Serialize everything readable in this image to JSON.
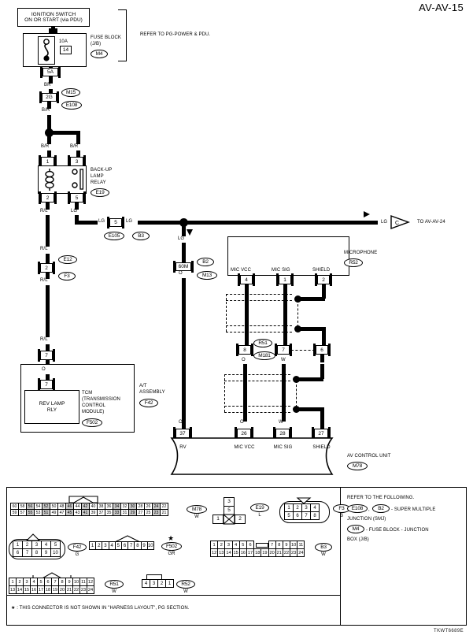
{
  "page": {
    "title": "AV-AV-15",
    "doc_code": "TKWT6689E",
    "footnote": "★ : THIS CONNECTOR IS NOT SHOWN IN \"HARNESS LAYOUT\", PG SECTION."
  },
  "power": {
    "ignition_line1": "IGNITION SWITCH",
    "ignition_line2": "ON OR START (via PDU)",
    "fuse_block_line1": "FUSE BLOCK",
    "fuse_block_line2": "(J/B)",
    "fuse_block_id": "M4",
    "fuse_rating": "10A",
    "fuse_number": "14",
    "fuse_terminal": "5A",
    "refer_note": "REFER TO PG-POWER & PDU.",
    "wire_br": "BR",
    "splice_conn": "2G",
    "splice_id_1": "M15",
    "splice_id_2": "E108",
    "wire_br_r": "B/R",
    "wire_br_r_left": "B/R",
    "wire_br_r_right": "B/R"
  },
  "relay": {
    "name_line1": "BACK-UP",
    "name_line2": "LAMP",
    "name_line3": "RELAY",
    "id": "E19",
    "pin1": "1",
    "pin3": "3",
    "pin2": "2",
    "pin5": "5",
    "out_left": "R/L",
    "out_right": "LG"
  },
  "lg_branch": {
    "label_left": "LG",
    "terminal": "5",
    "id_1": "E105",
    "id_2": "B3",
    "label_right": "LG",
    "label_far": "LG",
    "arrow_target_letter": "C",
    "arrow_target_text": "TO AV-AV-24",
    "down_label": "LG",
    "down_term": "60M",
    "down_id_1": "B2",
    "down_id_2": "M13",
    "down_out": "O"
  },
  "rl_branch": {
    "label_1": "R/L",
    "label_2": "R/L",
    "term": "2",
    "id_1": "E12",
    "id_2": "F3",
    "label_3": "R/L",
    "label_4": "R/L",
    "term_top": "7"
  },
  "tcm": {
    "wire_in": "O",
    "pin": "7",
    "relay_line1": "REV LAMP",
    "relay_line2": "RLY",
    "label_line1": "TCM",
    "label_line2": "(TRANSMISSION",
    "label_line3": "CONTROL",
    "label_line4": "MODULE)",
    "id": "F502",
    "assembly_line1": "A/T",
    "assembly_line2": "ASSEMBLY",
    "assembly_id": "F42",
    "out_wire": "O"
  },
  "microphone": {
    "title": "MICROPHONE",
    "id": "R52",
    "pins": [
      {
        "label": "MIC VCC",
        "number": "4"
      },
      {
        "label": "MIC SIG",
        "number": "1"
      },
      {
        "label": "SHIELD",
        "number": "2"
      }
    ]
  },
  "mid_connector": {
    "id_1": "R51",
    "id_2": "M181",
    "pin_left": "8",
    "pin_mid": "7",
    "pin_right": "6",
    "wire_left": "O",
    "wire_mid": "W"
  },
  "av_unit": {
    "title": "AV CONTROL UNIT",
    "id": "M78",
    "pins": [
      {
        "number": "37",
        "label": "RV",
        "wire": "O"
      },
      {
        "number": "26",
        "label": "MIC VCC",
        "wire": "O"
      },
      {
        "number": "28",
        "label": "MIC SIG",
        "wire": "W"
      },
      {
        "number": "27",
        "label": "SHIELD",
        "wire": ""
      }
    ]
  },
  "refer_block": {
    "heading": "REFER TO THE FOLLOWING.",
    "line1_ids": [
      "E108",
      "B2"
    ],
    "line1_text": " - SUPER MULTIPLE",
    "line1_cont": "JUNCTION (SMJ)",
    "line2_id": "M4",
    "line2_text": " - FUSE BLOCK - JUNCTION",
    "line2_cont": "BOX (J/B)"
  },
  "connectors": [
    {
      "name": "M78",
      "color": "W",
      "rows": [
        [
          "60",
          "58",
          "56",
          "54",
          "52",
          "50",
          "48",
          "46",
          "44",
          "42",
          "40",
          "38",
          "36",
          "34",
          "32",
          "30",
          "28",
          "26",
          "24",
          "22"
        ],
        [
          "59",
          "57",
          "55",
          "53",
          "51",
          "49",
          "47",
          "45",
          "43",
          "41",
          "39",
          "37",
          "35",
          "33",
          "31",
          "29",
          "27",
          "25",
          "23",
          "21"
        ]
      ],
      "shaded": [
        [
          2,
          4,
          7,
          9,
          13,
          15,
          18
        ],
        [
          2,
          4,
          7,
          9,
          13,
          15,
          18
        ]
      ]
    },
    {
      "name": "E19",
      "color": "L",
      "shape": "relay",
      "cells": [
        "3",
        "5",
        "1",
        "2"
      ]
    },
    {
      "name": "F3",
      "color": "B",
      "shape": "oval-grid",
      "rows": [
        [
          "1",
          "2",
          "3",
          "4"
        ],
        [
          "5",
          "6",
          "7",
          "8"
        ]
      ]
    },
    {
      "name": "F42",
      "color": "G",
      "shape": "oval-grid",
      "rows": [
        [
          "1",
          "2",
          "3",
          "4",
          "5"
        ],
        [
          "6",
          "7",
          "8",
          "9",
          "10"
        ]
      ]
    },
    {
      "name": "F502",
      "color": "GR",
      "shape": "single-row",
      "star": true,
      "rows": [
        [
          "1",
          "2",
          "3",
          "4",
          "5",
          "6",
          "7",
          "8",
          "9",
          "10"
        ]
      ]
    },
    {
      "name": "B3",
      "color": "W",
      "shape": "gap-row",
      "rows": [
        [
          "1",
          "2",
          "3",
          "4",
          "5",
          "6",
          "",
          "",
          "7",
          "8",
          "9",
          "10",
          "11"
        ],
        [
          "12",
          "13",
          "14",
          "15",
          "16",
          "17",
          "18",
          "19",
          "20",
          "21",
          "22",
          "23",
          "24"
        ]
      ]
    },
    {
      "name": "R51",
      "color": "W",
      "rows": [
        [
          "1",
          "2",
          "3",
          "4",
          "5",
          "6",
          "7",
          "8",
          "9",
          "10",
          "11",
          "12"
        ],
        [
          "13",
          "14",
          "15",
          "16",
          "17",
          "18",
          "19",
          "20",
          "21",
          "22",
          "23",
          "24"
        ]
      ]
    },
    {
      "name": "R52",
      "color": "W",
      "shape": "single-row",
      "rows": [
        [
          "4",
          "3",
          "2",
          "1"
        ]
      ]
    }
  ]
}
